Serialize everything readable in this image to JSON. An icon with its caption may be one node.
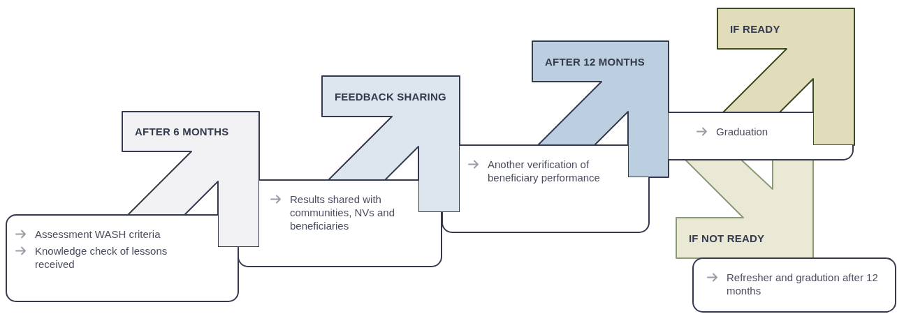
{
  "diagram": {
    "nodes": [
      {
        "text": [
          "AFTER 6 MONTHS"
        ]
      },
      {
        "text": [
          "Assessment WASH criteria",
          "Knowledge check of lessons received"
        ]
      },
      {
        "text": [
          "FEEDBACK SHARING"
        ]
      },
      {
        "text": [
          "Results shared with communities, NVs and beneficiaries"
        ]
      },
      {
        "text": [
          "AFTER 12 MONTHS"
        ]
      },
      {
        "text": [
          "Another verification of beneficiary performance"
        ]
      },
      {
        "text": [
          "IF READY"
        ]
      },
      {
        "text": [
          "Graduation"
        ]
      },
      {
        "text": [
          "IF NOT READY"
        ]
      },
      {
        "text": [
          "Refresher and gradution after 12 months"
        ]
      }
    ]
  }
}
